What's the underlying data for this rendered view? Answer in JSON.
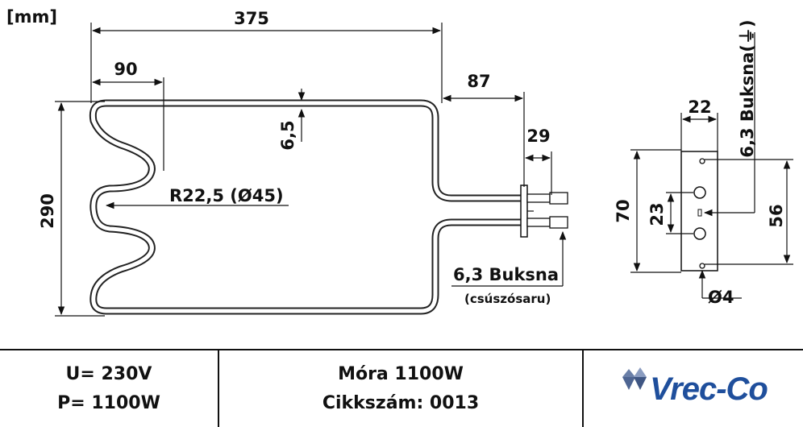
{
  "units": "[mm]",
  "dims": {
    "overall_length": "375",
    "first_bend": "90",
    "terminal_offset": "87",
    "terminal_length": "29",
    "tube_thickness": "6,5",
    "height": "290",
    "bend_radius": "R22,5 (Ø45)",
    "plate_width": "22",
    "plate_height": "70",
    "hole_spacing": "23",
    "mount_spacing": "56",
    "mount_hole": "Ø4"
  },
  "notes": {
    "terminal": "6,3 Buksna",
    "terminal_sub": "(csúszósaru)",
    "earth": "6,3 Buksna(⏚)"
  },
  "footer": {
    "voltage": "U= 230V",
    "power": "P= 1100W",
    "model": "Móra 1100W",
    "part_no": "Cikkszám: 0013",
    "logo": "Vrec-Co"
  },
  "colors": {
    "logo": "#1f4f9c",
    "logo_gem": "#6a7fa8"
  }
}
